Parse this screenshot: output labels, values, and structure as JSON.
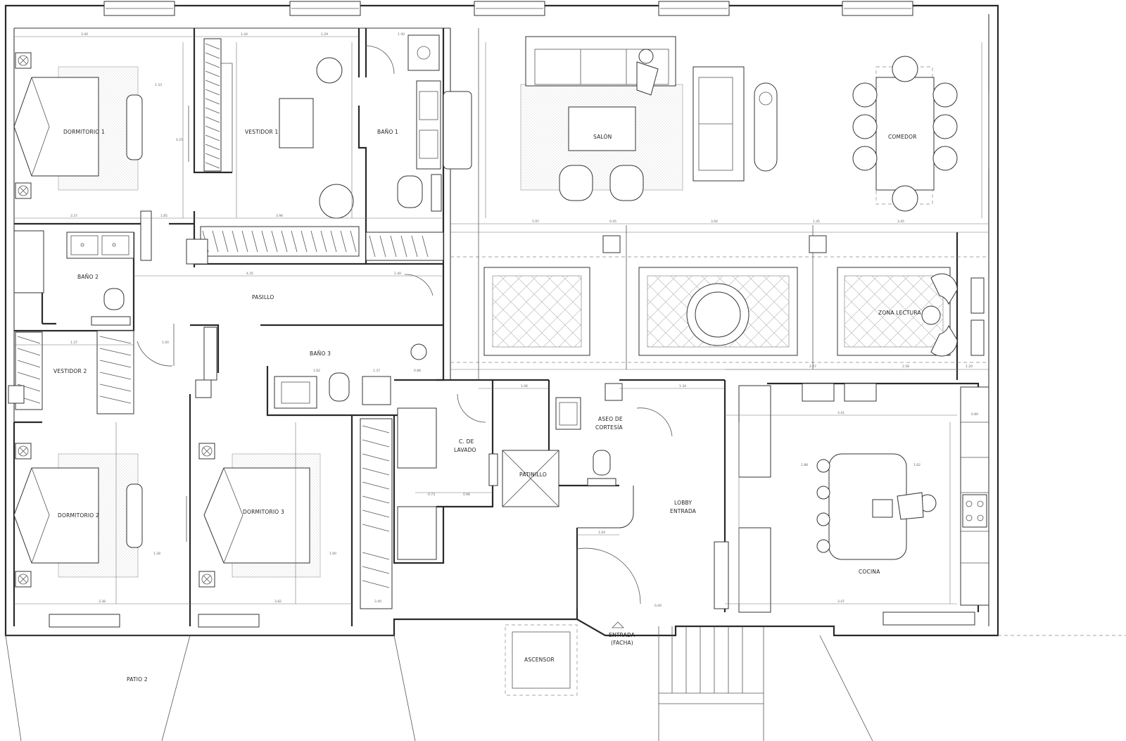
{
  "rooms": {
    "dormitorio1": "DORMITORIO 1",
    "vestidor1": "VESTIDOR 1",
    "bano1": "BAÑO 1",
    "salon": "SALÓN",
    "comedor": "COMEDOR",
    "bano2": "BAÑO 2",
    "pasillo": "PASILLO",
    "zona_lectura": "ZONA LECTURA",
    "vestidor2": "VESTIDOR 2",
    "bano3": "BAÑO 3",
    "c_de_lavado_1": "C. DE",
    "c_de_lavado_2": "LAVADO",
    "patinillo": "PATINILLO",
    "aseo_1": "ASEO DE",
    "aseo_2": "CORTESÍA",
    "lobby_1": "LOBBY",
    "lobby_2": "ENTRADA",
    "cocina": "COCINA",
    "dormitorio2": "DORMITORIO 2",
    "dormitorio3": "DORMITORIO 3",
    "entrada_1": "ENTRADA",
    "entrada_2": "(FACHA)",
    "ascensor": "ASCENSOR",
    "patio2": "PATIO 2"
  },
  "dimensions": {
    "d1": "3.40",
    "d2": "1.44",
    "d3": "1.29",
    "d4": "1.40",
    "d5": "1.33",
    "d6": "4.25",
    "d7": "3.37",
    "d8": "1.85",
    "d9": "3.96",
    "d10": "5.97",
    "d11": "0.45",
    "d12": "3.94",
    "d13": "1.45",
    "d14": "3.45",
    "d15": "4.35",
    "d16": "1.40",
    "d17": "1.37",
    "d18": "1.00",
    "d19": "1.62",
    "d20": "1.37",
    "d21": "0.88",
    "d22": "1.06",
    "d23": "1.34",
    "d24": "2.47",
    "d25": "3.41",
    "d26": "1.88",
    "d27": "1.62",
    "d28": "1.28",
    "d29": "1.00",
    "d30": "3.38",
    "d31": "3.82",
    "d32": "3.40",
    "d33": "3.47",
    "d34": "0.80",
    "d35": "1.20",
    "d36": "0.73",
    "d37": "0.96",
    "d38": "1.04",
    "d39": "0.40",
    "d40": "2.58"
  }
}
